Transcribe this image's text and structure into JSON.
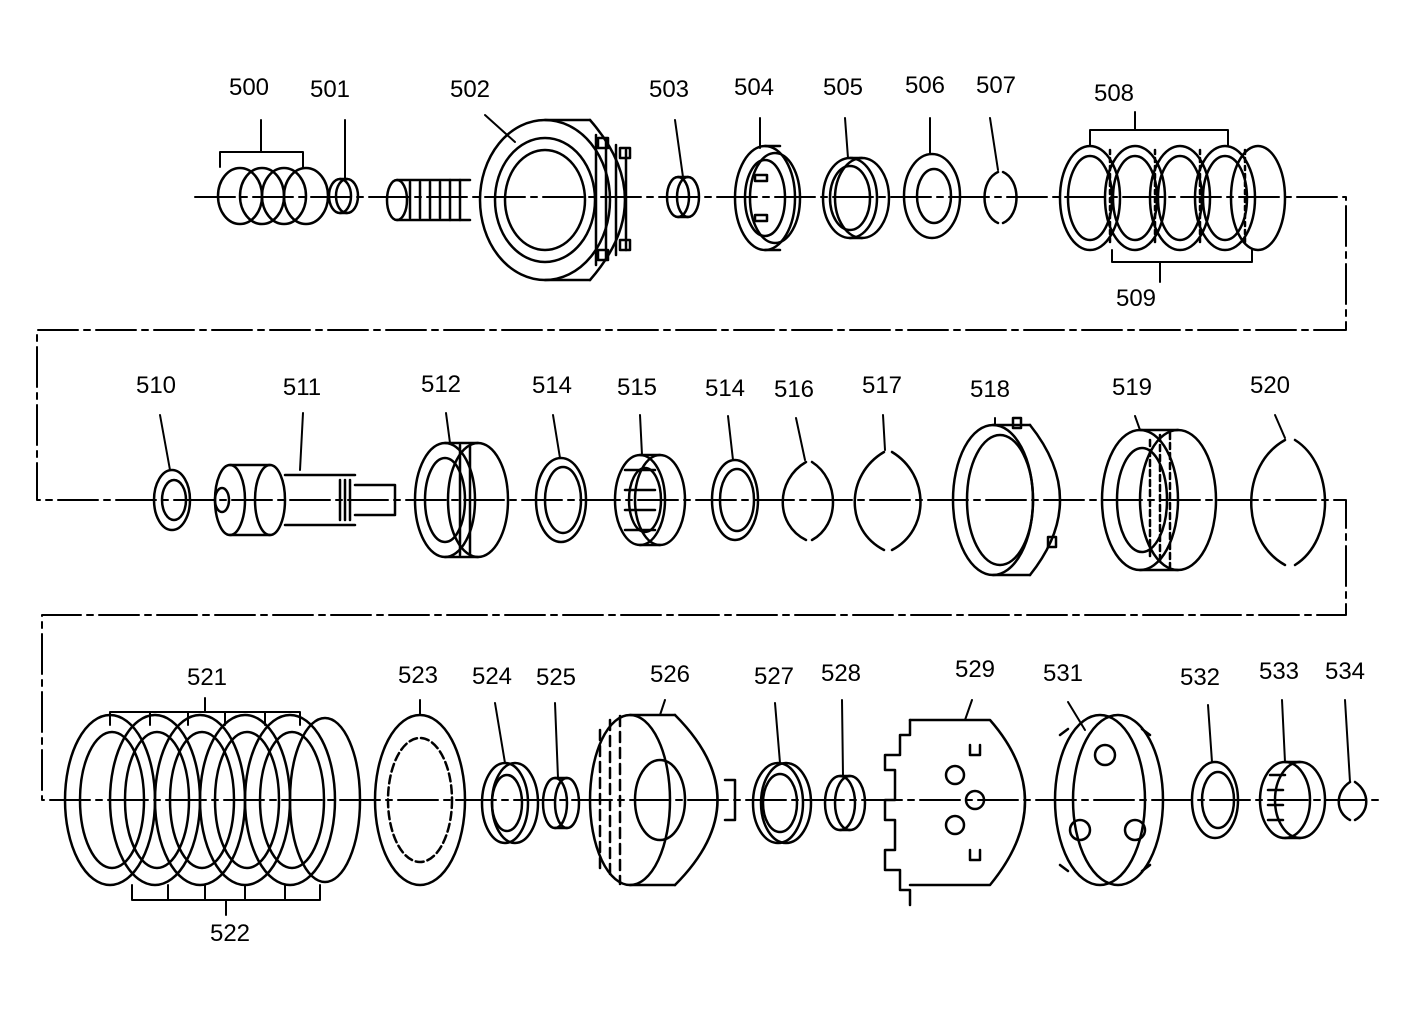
{
  "diagram": {
    "parts": [
      {
        "id": "p500",
        "number": "500"
      },
      {
        "id": "p501",
        "number": "501"
      },
      {
        "id": "p502",
        "number": "502"
      },
      {
        "id": "p503",
        "number": "503"
      },
      {
        "id": "p504",
        "number": "504"
      },
      {
        "id": "p505",
        "number": "505"
      },
      {
        "id": "p506",
        "number": "506"
      },
      {
        "id": "p507",
        "number": "507"
      },
      {
        "id": "p508",
        "number": "508"
      },
      {
        "id": "p509",
        "number": "509"
      },
      {
        "id": "p510",
        "number": "510"
      },
      {
        "id": "p511",
        "number": "511"
      },
      {
        "id": "p512",
        "number": "512"
      },
      {
        "id": "p514a",
        "number": "514"
      },
      {
        "id": "p515",
        "number": "515"
      },
      {
        "id": "p514b",
        "number": "514"
      },
      {
        "id": "p516",
        "number": "516"
      },
      {
        "id": "p517",
        "number": "517"
      },
      {
        "id": "p518",
        "number": "518"
      },
      {
        "id": "p519",
        "number": "519"
      },
      {
        "id": "p520",
        "number": "520"
      },
      {
        "id": "p521",
        "number": "521"
      },
      {
        "id": "p522",
        "number": "522"
      },
      {
        "id": "p523",
        "number": "523"
      },
      {
        "id": "p524",
        "number": "524"
      },
      {
        "id": "p525",
        "number": "525"
      },
      {
        "id": "p526",
        "number": "526"
      },
      {
        "id": "p527",
        "number": "527"
      },
      {
        "id": "p528",
        "number": "528"
      },
      {
        "id": "p529",
        "number": "529"
      },
      {
        "id": "p531",
        "number": "531"
      },
      {
        "id": "p532",
        "number": "532"
      },
      {
        "id": "p533",
        "number": "533"
      },
      {
        "id": "p534",
        "number": "534"
      }
    ]
  },
  "colors": {
    "line": "#000000",
    "background": "#ffffff"
  }
}
